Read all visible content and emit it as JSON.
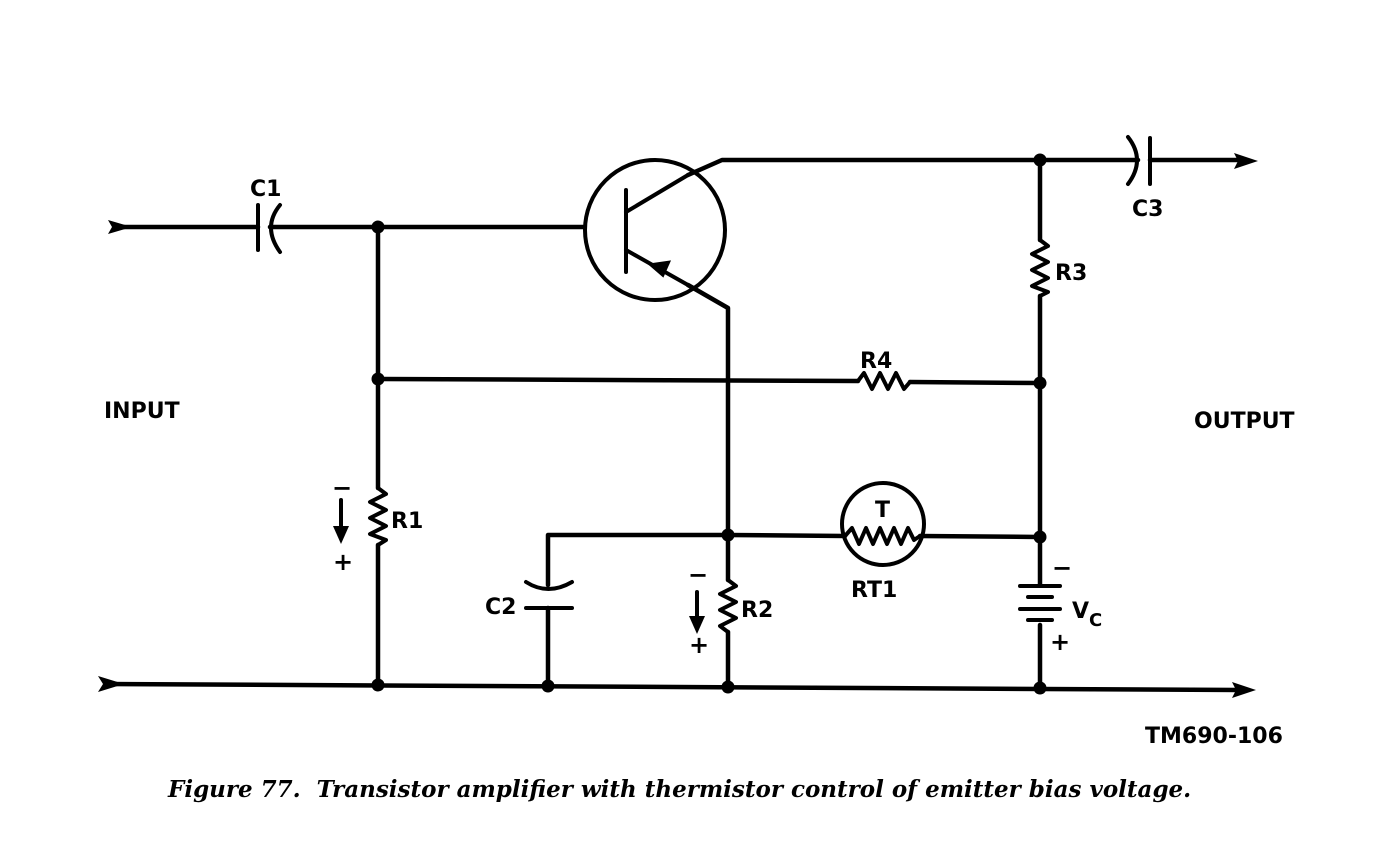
{
  "labels": {
    "input": "INPUT",
    "output": "OUTPUT",
    "c1": "C1",
    "c2": "C2",
    "c3": "C3",
    "r1": "R1",
    "r2": "R2",
    "r3": "R3",
    "r4": "R4",
    "rt1": "RT1",
    "thermistor_t": "T",
    "vc_main": "V",
    "vc_sub": "C",
    "minus": "−",
    "plus": "+"
  },
  "figure_code": "TM690-106",
  "caption": "Figure 77.  Transistor amplifier with thermistor control of emitter bias voltage."
}
